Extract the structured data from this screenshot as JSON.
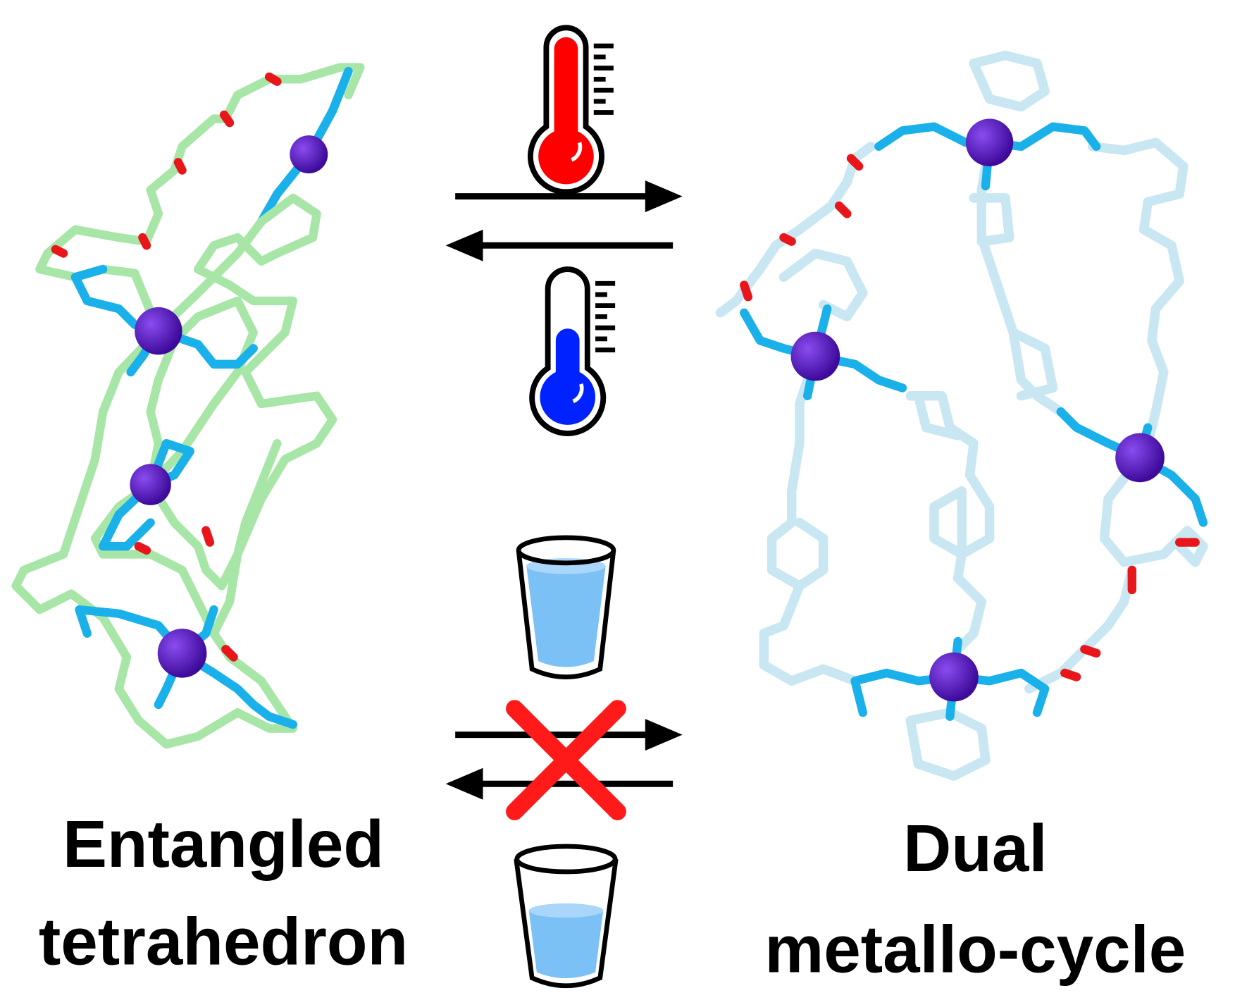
{
  "left_structure": {
    "label_line1": "Entangled",
    "label_line2": "tetrahedron"
  },
  "right_structure": {
    "label_line1": "Dual",
    "label_line2": "metallo-cycle"
  },
  "conditions": {
    "top": {
      "forward_icon": "thermometer-hot-icon",
      "reverse_icon": "thermometer-cold-icon",
      "reversible": true
    },
    "bottom": {
      "forward_icon": "water-glass-full-icon",
      "reverse_icon": "water-glass-half-icon",
      "reversible": false
    }
  },
  "colors": {
    "hot": "#ff0000",
    "cold": "#0022ff",
    "water": "#7cc1f5",
    "cross": "#ff1a1a",
    "metal": "#5a14c8",
    "left_framework": "#a8e6a8",
    "right_framework": "#c9e7f3",
    "nitrogen": "#1ab0ea",
    "oxygen": "#e8161a"
  }
}
